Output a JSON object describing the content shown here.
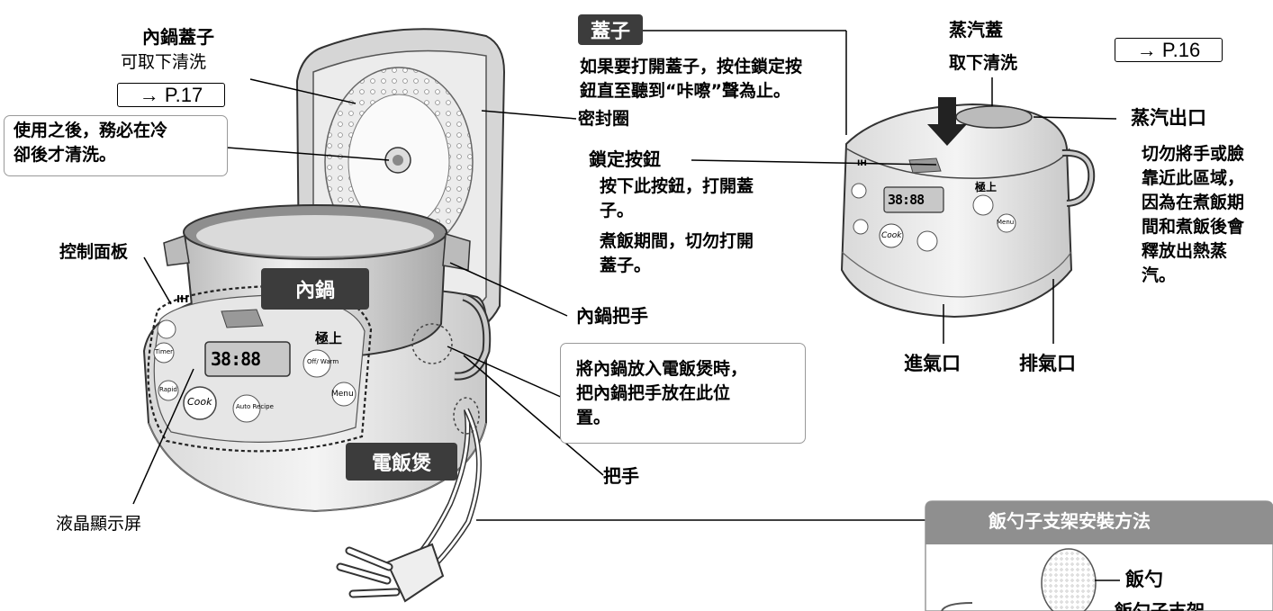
{
  "lid_inner": {
    "title": "內鍋蓋子",
    "sub": "可取下清洗",
    "ref": "→ P.17"
  },
  "caution_cool": {
    "line1": "使用之後，務必在冷",
    "line2": "卻後才清洗。"
  },
  "control_panel": "控制面板",
  "inner_pot_tag": "內鍋",
  "rice_cooker_tag": "電飯煲",
  "lcd": "液晶顯示屏",
  "lid_tag": "蓋子",
  "lid_desc": {
    "line1": "如果要打開蓋子，按住鎖定按",
    "line2": "鈕直至聽到“咔嚓”聲為止。"
  },
  "seal": "密封圈",
  "lock_button": {
    "title": "鎖定按鈕",
    "l1": "按下此按鈕，打開蓋",
    "l2": "子。",
    "l3": "煮飯期間，切勿打開",
    "l4": "蓋子。"
  },
  "inner_pot_handle": "內鍋把手",
  "pot_placement": {
    "l1": "將內鍋放入電飯煲時，",
    "l2": "把內鍋把手放在此位",
    "l3": "置。"
  },
  "handle": "把手",
  "steam_cap": {
    "title": "蒸汽蓋",
    "sub": "取下清洗",
    "ref": "→ P.16"
  },
  "steam_vent": {
    "title": "蒸汽出口",
    "l1": "切勿將手或臉",
    "l2": "靠近此區域，",
    "l3": "因為在煮飯期",
    "l4": "間和煮飯後會",
    "l5": "釋放出熱蒸",
    "l6": "汽。"
  },
  "air_intake": "進氣口",
  "air_exhaust": "排氣口",
  "spatula_panel": {
    "title": "飯勺子支架安裝方法",
    "spatula": "飯勺",
    "partial": "飯勺子支架"
  },
  "panel_print": {
    "brand": "IH",
    "logo": "極上",
    "display": "38:88",
    "cook": "Cook",
    "menu": "Menu",
    "warm": "Off/ Warm",
    "auto": "Auto Recipe",
    "rapid": "Rapid",
    "timer": "Timer"
  }
}
